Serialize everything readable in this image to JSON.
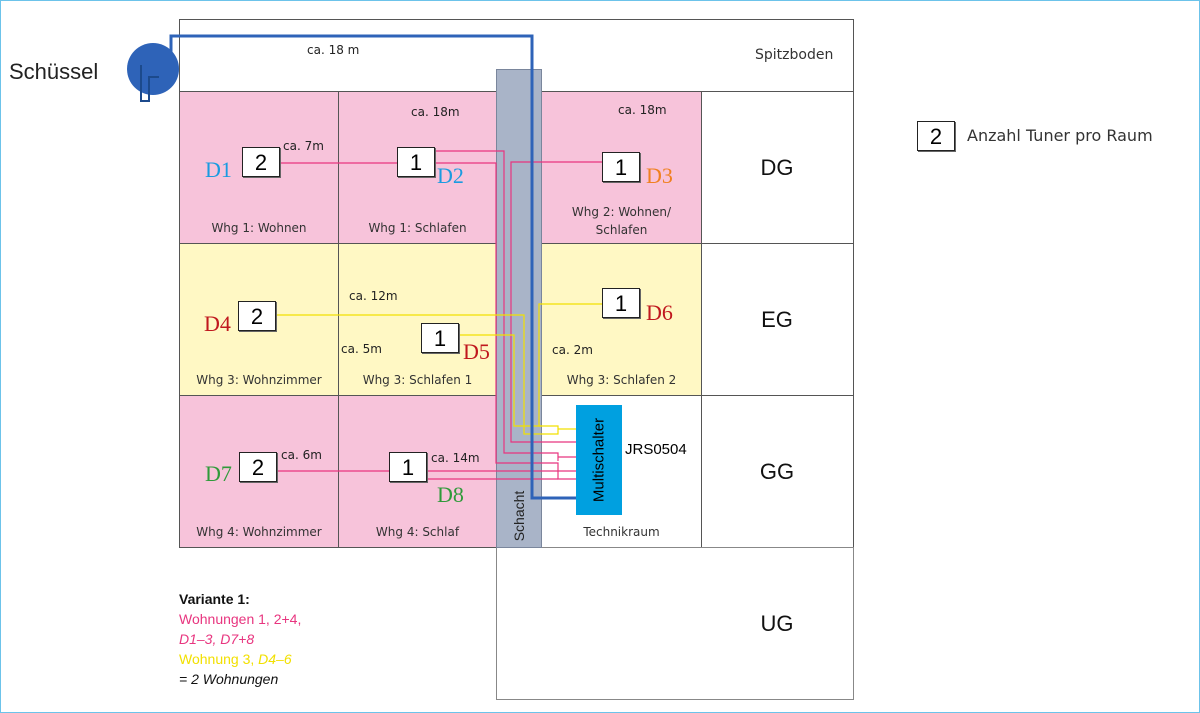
{
  "dish_label": "Schüssel",
  "dish_cable_length": "ca. 18 m",
  "floors": {
    "attic": "Spitzboden",
    "dg": "DG",
    "eg": "EG",
    "gg": "GG",
    "ug": "UG"
  },
  "legend": {
    "box_value": "2",
    "text": "Anzahl Tuner pro Raum"
  },
  "shaft_label": "Schacht",
  "multiswitch": {
    "label": "Multischalter",
    "model": "JRS0504"
  },
  "tech_room": "Technikraum",
  "rooms": [
    {
      "name": "Whg 1: Wohnen",
      "id": "D1",
      "tuners": "2",
      "length": "ca. 7m"
    },
    {
      "name": "Whg 1: Schlafen",
      "id": "D2",
      "tuners": "1",
      "length": "ca. 18m"
    },
    {
      "name": "Whg 2: Wohnen/",
      "name2": "Schlafen",
      "id": "D3",
      "tuners": "1",
      "length": "ca. 18m"
    },
    {
      "name": "Whg 3: Wohnzimmer",
      "id": "D4",
      "tuners": "2",
      "length": "ca. 12m"
    },
    {
      "name": "Whg 3: Schlafen 1",
      "id": "D5",
      "tuners": "1",
      "length": "ca. 5m"
    },
    {
      "name": "Whg 3: Schlafen 2",
      "id": "D6",
      "tuners": "1",
      "length": "ca. 2m"
    },
    {
      "name": "Whg 4: Wohnzimmer",
      "id": "D7",
      "tuners": "2",
      "length": "ca. 6m"
    },
    {
      "name": "Whg 4: Schlaf",
      "id": "D8",
      "tuners": "1",
      "length": "ca. 14m"
    }
  ],
  "variant": {
    "title": "Variante 1:",
    "line1": "Wohnungen 1, 2+4,",
    "line2": "D1–3, D7+8",
    "line3a": "Wohnung 3, ",
    "line3b": "D4–6",
    "line4": "= 2 Wohnungen"
  },
  "colors": {
    "pink": "#e8357f",
    "yellow": "#f2e000",
    "blue": "#2e63b8",
    "d_blue": "#1a9be0",
    "d_orange": "#f08020",
    "d_red": "#c0181e",
    "d_green": "#2f9a3a",
    "multiswitch": "#00a0e0"
  }
}
